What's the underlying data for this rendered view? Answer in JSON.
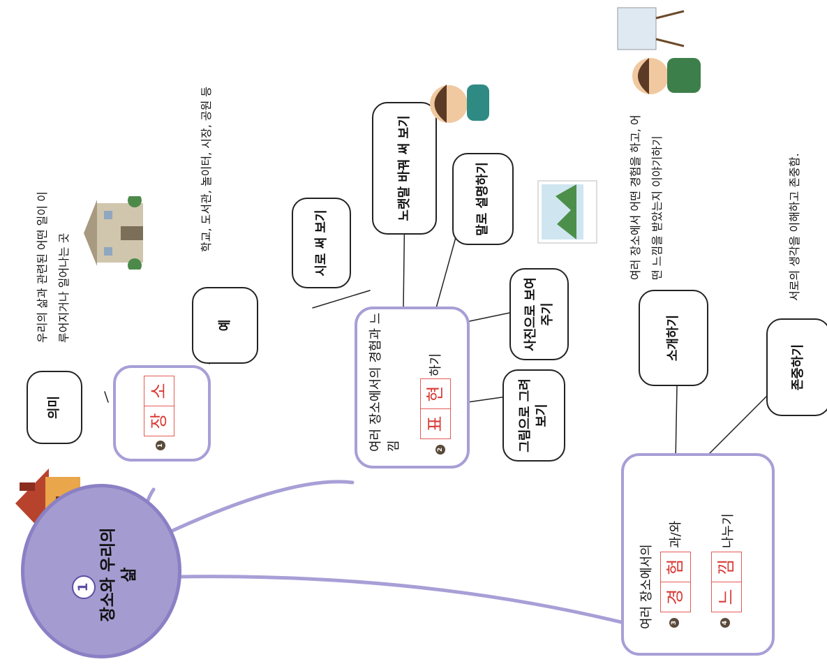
{
  "hub": {
    "number": "1",
    "title": "장소와 우리의 삶"
  },
  "branch1": {
    "marker": "1",
    "answer_chars": [
      "장",
      "소"
    ],
    "meaning_label": "의미",
    "meaning_text": "우리의 삶과 관련된 어떤 일이 이루어지거나 일어나는 곳",
    "example_label": "예",
    "example_text": "학교, 도서관, 놀이터, 시장, 공원 등"
  },
  "branch2": {
    "title": "여러 장소에서의 경험과 느낌",
    "marker": "2",
    "answer_chars": [
      "표",
      "현"
    ],
    "suffix": "하기",
    "methods": [
      "시로 써 보기",
      "노랫말 바꿔 써 보기",
      "말로 설명하기",
      "사진으로 보여 주기",
      "그림으로 그려 보기"
    ]
  },
  "branch3": {
    "title": "여러 장소에서의",
    "marker3": "3",
    "answer3_chars": [
      "경",
      "험"
    ],
    "connector": "과/와",
    "marker4": "4",
    "answer4_chars": [
      "느",
      "낌"
    ],
    "suffix": "나누기",
    "introduce_label": "소개하기",
    "introduce_text": "여러 장소에서 어떤 경험을 하고, 어떤 느낌을 받았는지 이야기하기",
    "respect_label": "존중하기",
    "respect_text": "서로의 생각을 이해하고 존중함."
  },
  "colors": {
    "hub_fill": "#a49bd0",
    "branch_border": "#a79fd6",
    "answer_red": "#d93a35"
  }
}
